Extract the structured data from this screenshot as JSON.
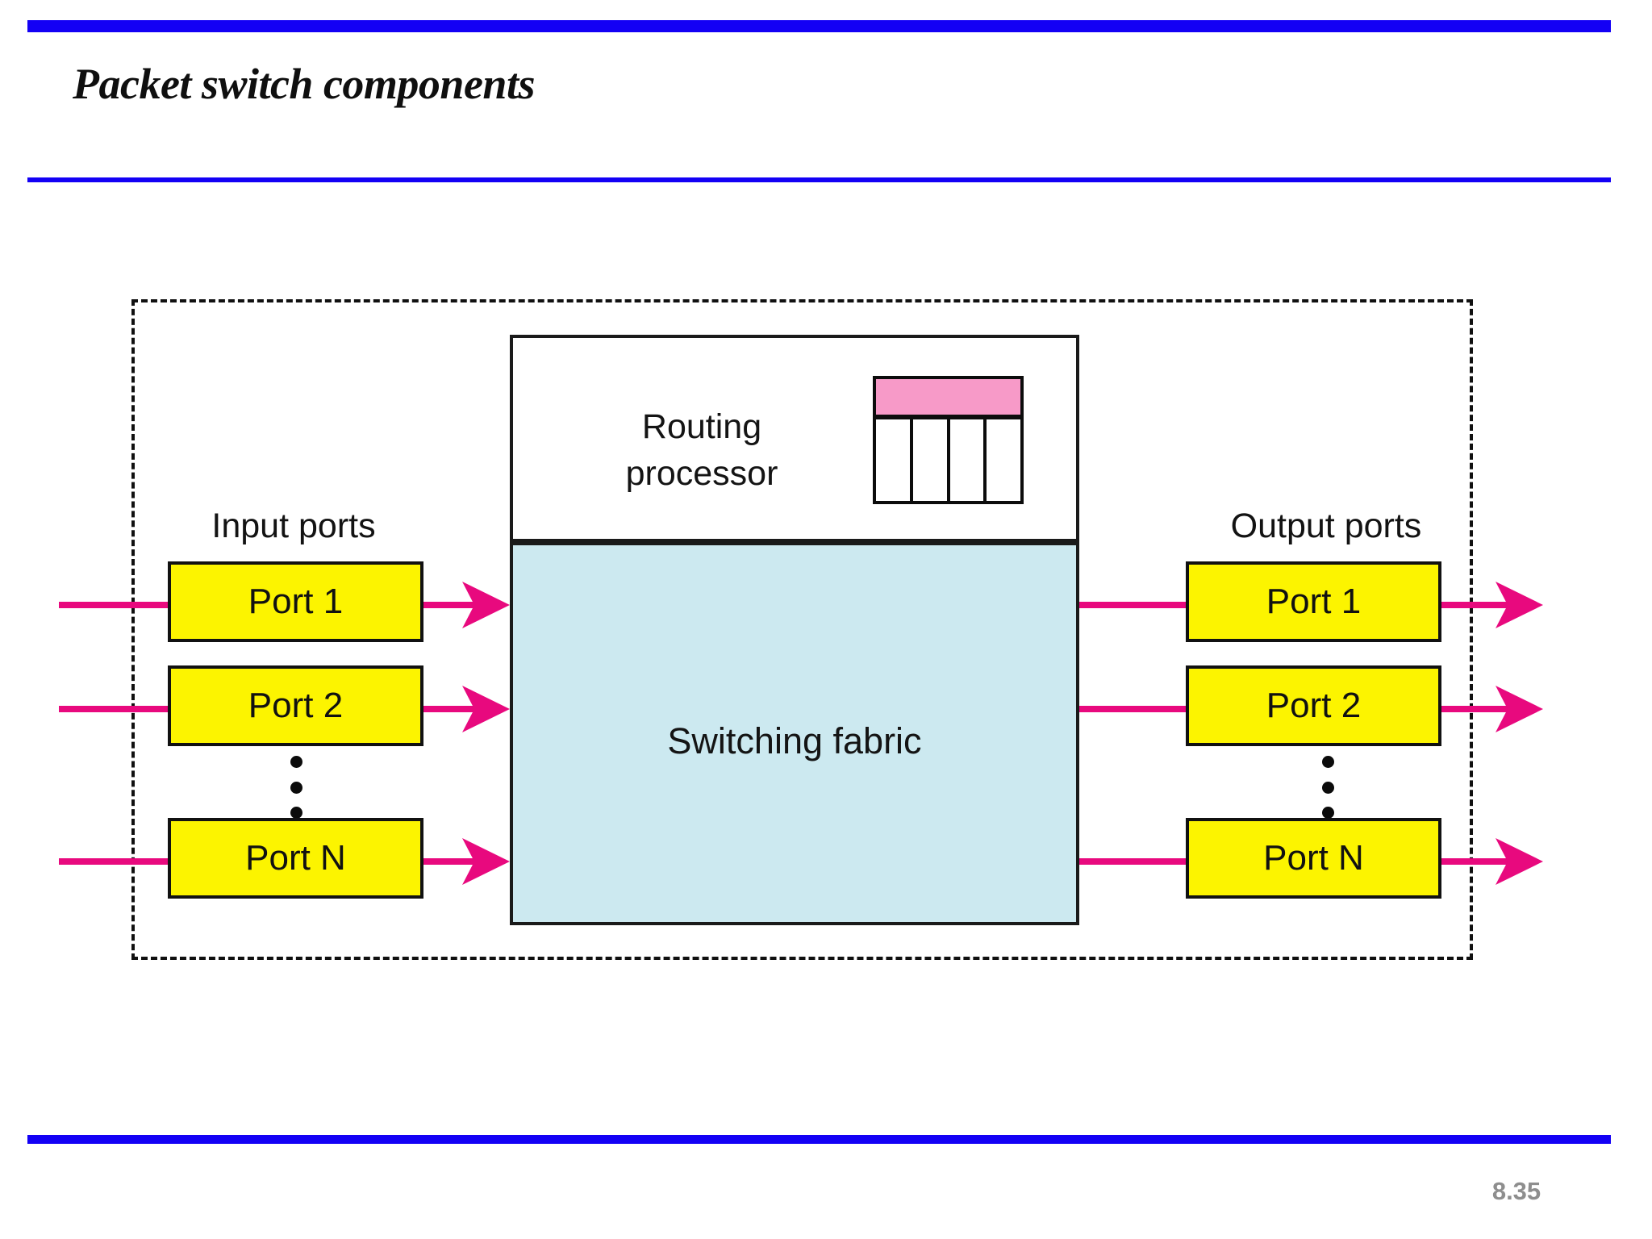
{
  "slide": {
    "title": "Packet switch components",
    "page_number": "8.35",
    "accent_color": "#1300f5",
    "page_number_color": "#8e8e8e"
  },
  "diagram": {
    "name": "packet-switch-components",
    "colors": {
      "port_fill": "#fcf400",
      "fabric_fill": "#cce9f0",
      "table_header_fill": "#f79ac8",
      "wire": "#e8097e",
      "outline": "#111111"
    },
    "input_section": {
      "label": "Input ports",
      "ports": [
        "Port 1",
        "Port 2",
        "Port N"
      ],
      "ellipsis": "⋮"
    },
    "output_section": {
      "label": "Output ports",
      "ports": [
        "Port 1",
        "Port 2",
        "Port N"
      ],
      "ellipsis": "⋮"
    },
    "routing_processor": {
      "line1": "Routing",
      "line2": "processor",
      "table_icon": {
        "name": "routing-table-icon",
        "header_cells": 1,
        "body_cells": 4
      }
    },
    "switching_fabric": {
      "label": "Switching fabric"
    }
  }
}
